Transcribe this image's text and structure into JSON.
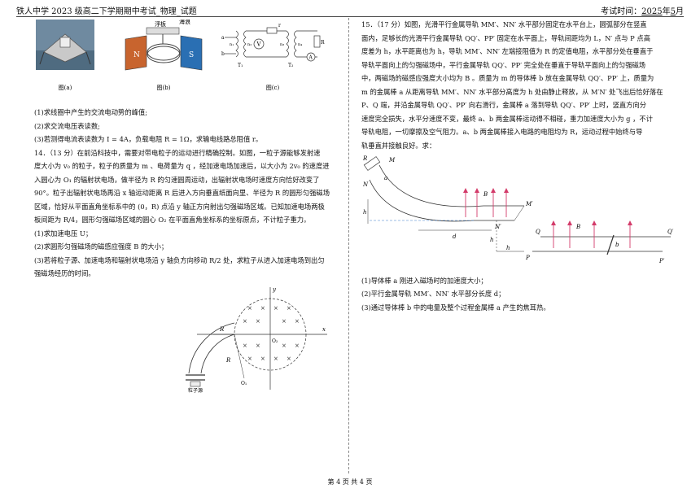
{
  "header": {
    "left": "铁人中学 2023 级高二下学期期中考试_物理_试题",
    "right_prefix": "考试时间：",
    "year": "2025",
    "year_suffix": "年",
    "month": "5",
    "month_suffix": "月"
  },
  "left": {
    "fig_captions": [
      "图(a)",
      "图(b)",
      "图(c)"
    ],
    "fig_b_labels": [
      "浮板",
      "海浪",
      "N",
      "S"
    ],
    "fig_c_labels": [
      "a",
      "b",
      "n₁",
      "n₂",
      "n₃",
      "n₄",
      "T₁",
      "T₂",
      "V",
      "r",
      "R",
      "A"
    ],
    "q13_items": [
      "(1)求线圈中产生的交流电动势的峰值;",
      "(2)求交流电压表读数;",
      "(3)若测得电流表读数为 I = 4A，负载电阻 R = 1Ω，求输电线路总阻值 r。"
    ],
    "q14_lines": [
      "14．（13 分）在前沿科技中，需要对带电粒子的运动进行精确控制。如图，一粒子源能够发射速",
      "度大小为 v₀ 的粒子，粒子的质量为 m 、电荷量为 q ，经加速电场加速后，以大小为 2v₀ 的速度进",
      "入圆心为 O₁ 的辐射状电场，做半径为 R 的匀速圆周运动，出辐射状电场时速度方向恰好改变了",
      "90°。粒子出辐射状电场再沿 x 轴运动距离 R 后进入方向垂直纸面向里、半径为 R 的圆形匀强磁场",
      "区域，恰好从平面直角坐标系中的 (0，R) 点沿 y 轴正方向射出匀强磁场区域。已知加速电场两极",
      "板间距为 R/4，圆形匀强磁场区域的圆心 O₂ 在平面直角坐标系的坐标原点，不计粒子重力。"
    ],
    "q14_items": [
      "(1)求加速电压 U；",
      "(2)求圆形匀强磁场的磁感应强度 B 的大小；",
      "(3)若将粒子源、加速电场和辐射状电场沿 y 轴负方向移动 R/2 处，求粒子从进入加速电场到出匀",
      "强磁场经历的时间。"
    ],
    "fig14_labels": [
      "y",
      "x",
      "R",
      "O₁",
      "O₂",
      "R",
      "粒子源"
    ]
  },
  "right": {
    "q15_lines": [
      "15．（17 分）如图，光滑平行金属导轨 MM′、NN′ 水平部分固定在水平台上，圆弧部分在竖直",
      "面内，足够长的光滑平行金属导轨 QQ′、PP′ 固定在水平面上，导轨间距均为 L，N′ 点与 P 点高",
      "度差为 h，水平距离也为 h，导轨 MM′、NN′ 左端接阻值为 R 的定值电阻，水平部分处在垂直于",
      "导轨平面向上的匀强磁场中，平行金属导轨 QQ′、PP′ 完全处在垂直于导轨平面向上的匀强磁场",
      "中，两磁场的磁感应强度大小均为 B 。质量为 m 的导体棒 b 放在金属导轨 QQ′、PP′ 上，质量为",
      "m 的金属棒 a 从距离导轨 MM′、NN′ 水平部分高度为 h 处由静止释放，从 M′N′ 处飞出后恰好落在",
      "P、Q 端，并沿金属导轨 QQ′、PP′ 向右滑行，金属棒 a 落到导轨 QQ′、PP′ 上时，竖直方向分",
      "速度完全损失，水平分速度不变，最终 a、b 两金属棒运动得不相碰，重力加速度大小为 g ，不计",
      "导轨电阻，一切摩擦及空气阻力。a、b 两金属棒接入电路的电阻均为 R，运动过程中始终与导",
      "轨垂直并接触良好。求："
    ],
    "fig15_labels": [
      "R",
      "M",
      "N",
      "a",
      "B",
      "M′",
      "h",
      "N′",
      "d",
      "h",
      "Q",
      "B",
      "b",
      "Q′",
      "P",
      "h",
      "P′"
    ],
    "q15_items": [
      "(1)导体棒 a 刚进入磁场时的加速度大小；",
      "(2)平行金属导轨 MM′、NN′ 水平部分长度 d；",
      "(3)通过导体棒 b 中的电量及整个过程金属棒 a 产生的焦耳热。"
    ]
  },
  "footer": "第 4 页  共 4 页"
}
